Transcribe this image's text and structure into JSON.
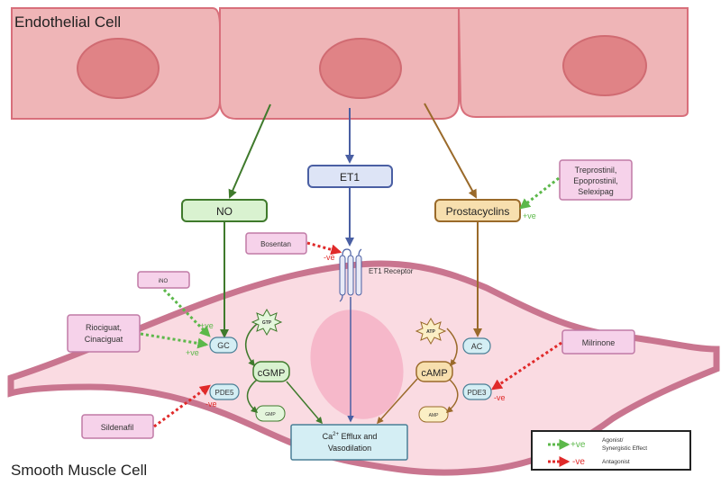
{
  "labels": {
    "endothelial_cell": "Endothelial Cell",
    "smooth_muscle_cell": "Smooth Muscle Cell",
    "et1_receptor": "ET1 Receptor"
  },
  "mediators": {
    "no": "NO",
    "et1": "ET1",
    "prostacyclins": "Prostacyclins"
  },
  "drugs": {
    "treprostinil": [
      "Treprostinil,",
      "Epoprostinil,",
      "Selexipag"
    ],
    "bosentan": "Bosentan",
    "ino": "iNO",
    "riociguat": [
      "Riociguat,",
      "Cinaciguat"
    ],
    "milrinone": "Milrinone",
    "sildenafil": "Sildenafil"
  },
  "enzymes": {
    "gc": "GC",
    "ac": "AC",
    "pde5": "PDE5",
    "pde3": "PDE3"
  },
  "molecules": {
    "gtp": "GTP",
    "atp": "ATP",
    "cgmp": "cGMP",
    "camp": "cAMP",
    "gmp": "GMP",
    "amp": "AMP"
  },
  "effect": {
    "line1_prefix": "Ca",
    "line1_sup": "2+",
    "line1_suffix": " Efflux and",
    "line2": "Vasodilation"
  },
  "effect_signs": {
    "positive": "+ve",
    "negative": "-ve"
  },
  "legend": {
    "agonist_sign": "+ve",
    "agonist_label_1": "Agonist/",
    "agonist_label_2": "Synergistic Effect",
    "antagonist_sign": "-ve",
    "antagonist_label": "Antagonist"
  },
  "colors": {
    "no_pathway": "#3f7a2c",
    "et1_pathway": "#4a5fa3",
    "prostacyclin_pathway": "#9a6a2a",
    "agonist": "#5cb84a",
    "antagonist": "#e02a2a"
  }
}
